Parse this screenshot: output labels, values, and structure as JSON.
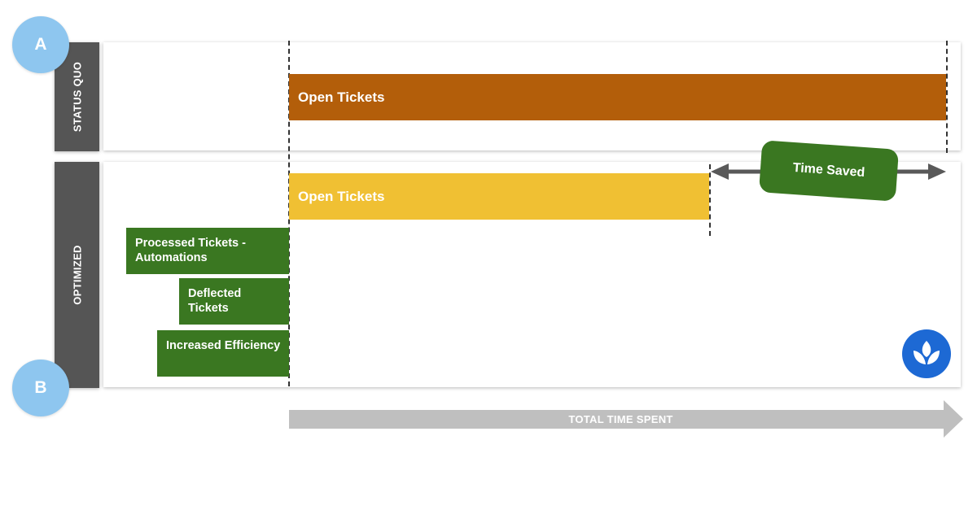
{
  "markers": {
    "a": "A",
    "b": "B"
  },
  "status_quo": {
    "label": "STATUS QUO",
    "open_tickets": "Open Tickets"
  },
  "optimized": {
    "label": "OPTIMIZED",
    "open_tickets": "Open Tickets",
    "processed": "Processed Tickets - Automations",
    "deflected": "Deflected Tickets",
    "efficiency": "Increased Efficiency"
  },
  "time_saved": "Time Saved",
  "axis_label": "TOTAL TIME SPENT",
  "logo_icon": "leaf-sprout-icon",
  "colors": {
    "side_tab": "#555555",
    "marker_circle": "#8ec6ef",
    "status_quo_bar": "#b35e0a",
    "optimized_bar": "#f0c033",
    "green": "#3a7721",
    "arrow_gray": "#bfbfbf",
    "logo_blue": "#1d69d4"
  }
}
